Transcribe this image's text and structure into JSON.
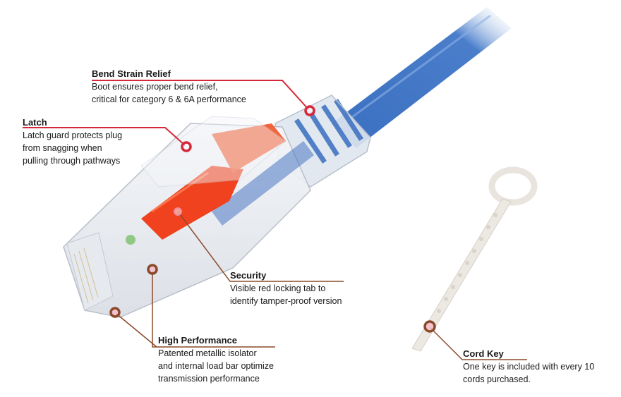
{
  "figure": {
    "subject": "RJ45 patch cord plug with security locking tab and cord key",
    "accent_red": "#d9273a",
    "accent_brown": "#8a4a2a",
    "cable_blue": "#3a6fc0"
  },
  "callouts": [
    {
      "id": "bend-strain-relief",
      "title": "Bend Strain Relief",
      "desc": "Boot ensures proper bend relief,\ncritical for category 6 & 6A performance"
    },
    {
      "id": "latch",
      "title": "Latch",
      "desc": "Latch guard protects plug\nfrom snagging when\npulling through pathways"
    },
    {
      "id": "security",
      "title": "Security",
      "desc": "Visible red locking tab to\nidentify tamper-proof version"
    },
    {
      "id": "high-performance",
      "title": "High Performance",
      "desc": "Patented metallic isolator\nand internal load bar optimize\ntransmission performance"
    },
    {
      "id": "cord-key",
      "title": "Cord Key",
      "desc": "One key is included with every 10\ncords purchased."
    }
  ]
}
